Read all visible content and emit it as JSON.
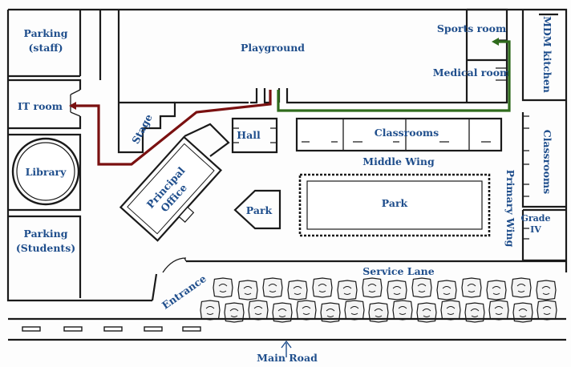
{
  "labels": {
    "parking_staff_1": "Parking",
    "parking_staff_2": "(staff)",
    "playground": "Playground",
    "sports_room": "Sports room",
    "medical_room": "Medical room",
    "mdm_kitchen": "MDM kitchen",
    "it_room": "IT room",
    "stage": "Stage",
    "hall": "Hall",
    "classrooms_center": "Classrooms",
    "classrooms_right": "Classrooms",
    "library": "Library",
    "middle_wing": "Middle Wing",
    "principal_1": "Principal",
    "principal_2": "Office",
    "park_small": "Park",
    "park_large": "Park",
    "primary_wing": "Primary Wing",
    "grade_1": "Grade",
    "grade_2": "IV",
    "parking_students_1": "Parking",
    "parking_students_2": "(Students)",
    "service_lane": "Service Lane",
    "entrance": "Entrance",
    "main_road": "Main Road"
  },
  "routes": [
    {
      "name": "route-to-it-room",
      "color": "#7a1010"
    },
    {
      "name": "route-to-sports-room",
      "color": "#2f6b1c"
    }
  ]
}
